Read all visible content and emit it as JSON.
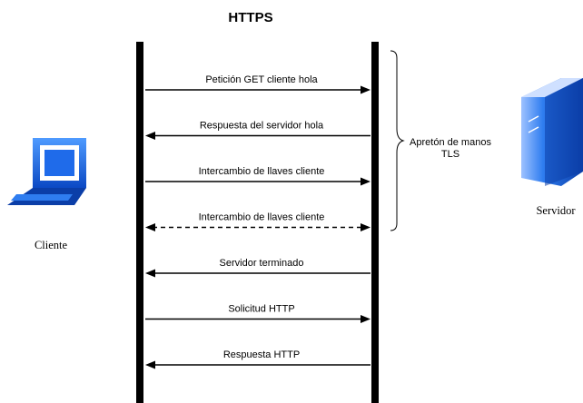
{
  "title": "HTTPS",
  "client": {
    "label": "Cliente",
    "icon": "laptop-icon"
  },
  "server": {
    "label": "Servidor",
    "icon": "server-icon"
  },
  "handshake": {
    "line1": "Apretón de manos",
    "line2": "TLS"
  },
  "messages": [
    {
      "label": "Petición GET cliente hola",
      "direction": "client-to-server",
      "style": "solid"
    },
    {
      "label": "Respuesta del servidor hola",
      "direction": "server-to-client",
      "style": "solid"
    },
    {
      "label": "Intercambio de llaves cliente",
      "direction": "client-to-server",
      "style": "solid"
    },
    {
      "label": "Intercambio de llaves cliente",
      "direction": "bidirectional",
      "style": "dashed"
    },
    {
      "label": "Servidor terminado",
      "direction": "server-to-client",
      "style": "solid"
    },
    {
      "label": "Solicitud HTTP",
      "direction": "client-to-server",
      "style": "solid"
    },
    {
      "label": "Respuesta HTTP",
      "direction": "server-to-client",
      "style": "solid"
    }
  ],
  "colors": {
    "icon_blue": "#1f6bea",
    "icon_dark": "#0b3ea8",
    "line": "#000000"
  }
}
